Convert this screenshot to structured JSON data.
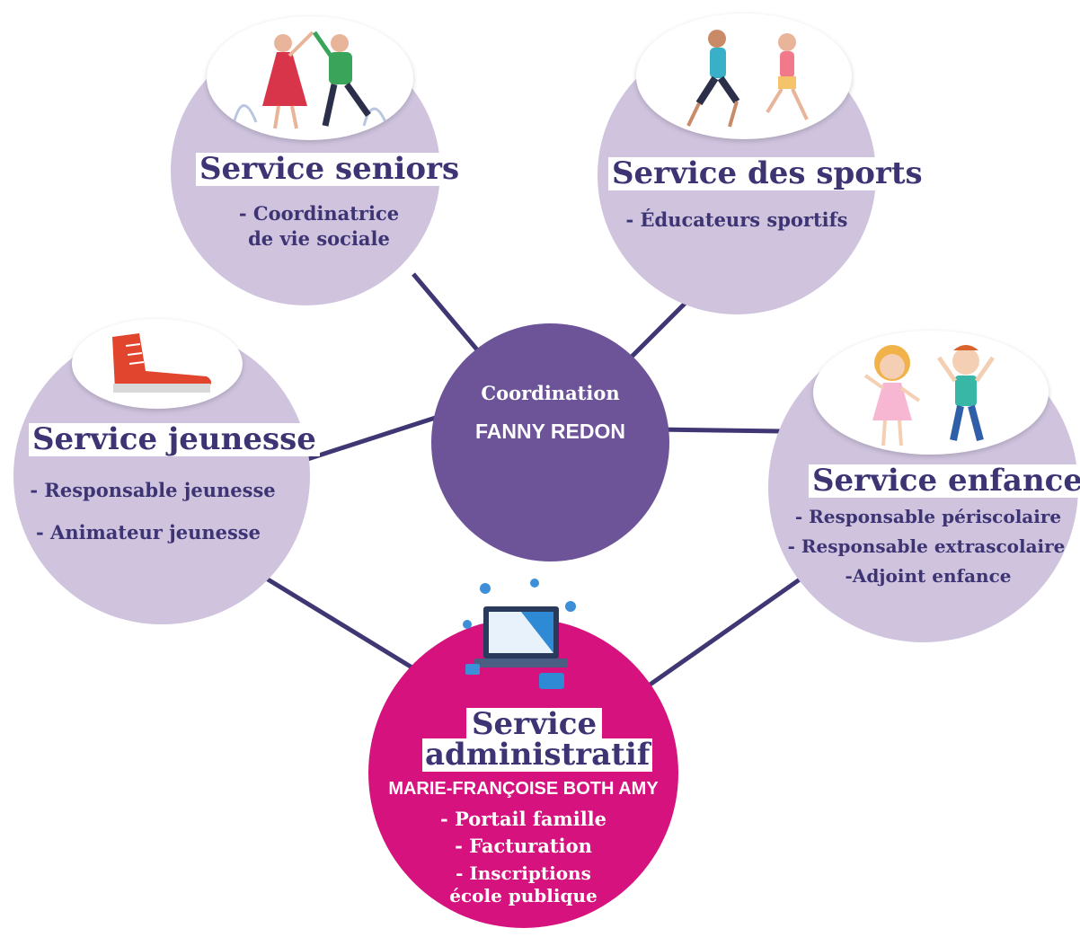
{
  "center": {
    "label": "Coordination",
    "name": "FANNY REDON"
  },
  "seniors": {
    "title": "Service seniors",
    "items": [
      "- Coordinatrice",
      "de vie sociale"
    ]
  },
  "sports": {
    "title": "Service des sports",
    "items": [
      "- Éducateurs sportifs"
    ]
  },
  "jeunesse": {
    "title": "Service jeunesse",
    "items": [
      "- Responsable jeunesse",
      "- Animateur jeunesse"
    ]
  },
  "enfance": {
    "title": "Service enfance",
    "items": [
      "- Responsable périscolaire",
      "- Responsable extrascolaire",
      "-Adjoint enfance"
    ]
  },
  "admin": {
    "title_line1": "Service",
    "title_line2": "administratif",
    "head": "MARIE-FRANÇOISE BOTH AMY",
    "items": [
      "- Portail famille",
      "- Facturation",
      "- Inscriptions",
      "école publique"
    ]
  },
  "colors": {
    "lavender": "#cfc3de",
    "center": "#6d5499",
    "pink": "#d5127d",
    "navy": "#3d3474"
  },
  "icons": [
    "dancing-seniors-illustration",
    "runners-illustration",
    "sneaker-illustration",
    "kids-illustration",
    "laptop-illustration"
  ]
}
